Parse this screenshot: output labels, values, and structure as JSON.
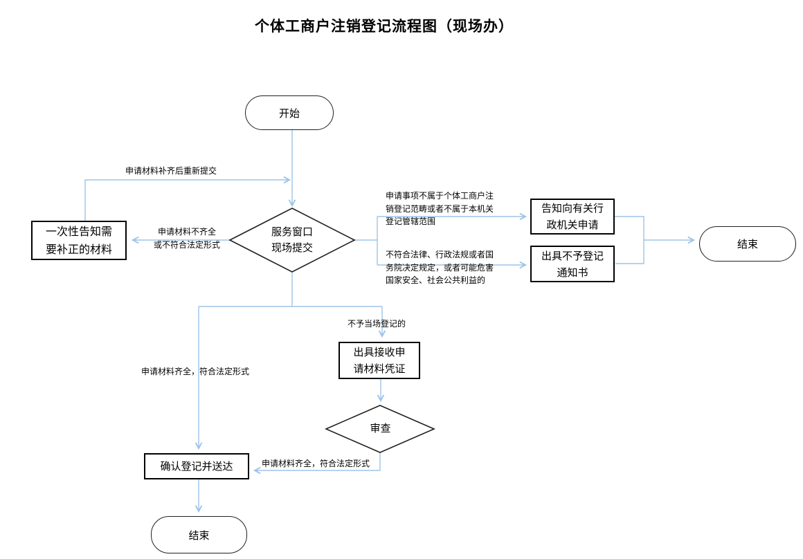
{
  "title": "个体工商户注销登记流程图（现场办）",
  "nodes": {
    "start": {
      "label": "开始"
    },
    "window_submit": {
      "label": "服务窗口\n现场提交"
    },
    "notify_fix": {
      "label": "一次性告知需\n要补正的材料"
    },
    "notify_other_org": {
      "label": "告知向有关行\n政机关申请"
    },
    "no_registration": {
      "label": "出具不予登记\n通知书"
    },
    "end_right": {
      "label": "结束"
    },
    "receipt": {
      "label": "出具接收申\n请材料凭证"
    },
    "review": {
      "label": "审查"
    },
    "confirm": {
      "label": "确认登记并送达"
    },
    "end_bottom": {
      "label": "结束"
    }
  },
  "edge_labels": {
    "resubmit": "申请材料补齐后重新提交",
    "incomplete": "申请材料不齐全\n或不符合法定形式",
    "not_in_scope": "申请事项不属于个体工商户注\n销登记范畴或者不属于本机关\n登记管辖范围",
    "illegal": "不符合法律、行政法规或者国\n务院决定规定，或者可能危害\n国家安全、社会公共利益的",
    "not_onsite": "不予当场登记的",
    "complete_left": "申请材料齐全，符合法定形式",
    "complete_after_review": "申请材料齐全，符合法定形式"
  },
  "colors": {
    "connector": "#9dc3e6",
    "shape_border": "#000000",
    "background": "#ffffff"
  }
}
